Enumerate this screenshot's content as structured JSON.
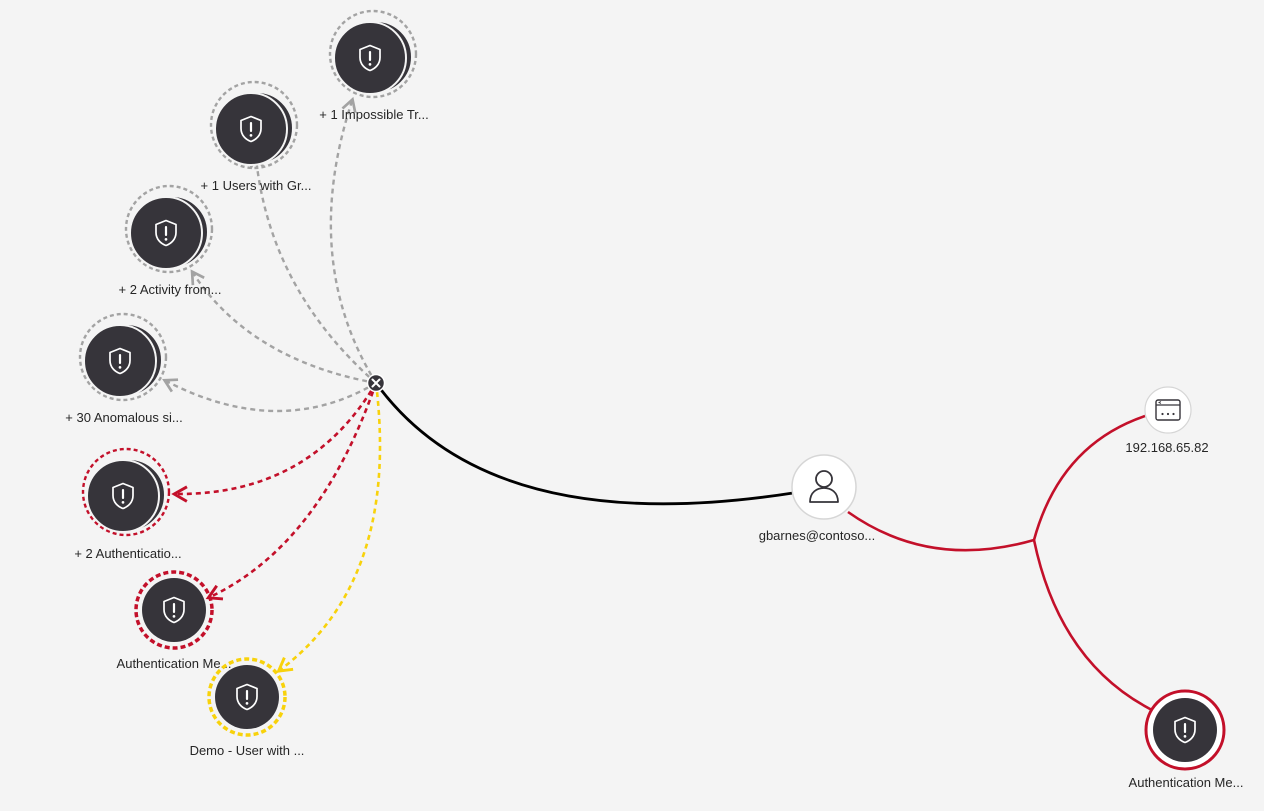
{
  "colors": {
    "background": "#f4f4f4",
    "node_dark": "#36343a",
    "grey_link": "#a3a3a3",
    "red_link": "#c3102a",
    "yellow_link": "#f8d20b",
    "black_link": "#000000"
  },
  "hub": {
    "icon": "close-icon"
  },
  "alerts": [
    {
      "id": "impossible-travel",
      "label": "+ 1 Impossible Tr...",
      "severity": "informational",
      "stacked": true,
      "icon": "shield-alert-icon"
    },
    {
      "id": "users-with-group",
      "label": "+ 1 Users with Gr...",
      "severity": "informational",
      "stacked": true,
      "icon": "shield-alert-icon"
    },
    {
      "id": "activity-from",
      "label": "+ 2 Activity from...",
      "severity": "informational",
      "stacked": true,
      "icon": "shield-alert-icon"
    },
    {
      "id": "anomalous-sign-in",
      "label": "+ 30 Anomalous si...",
      "severity": "informational",
      "stacked": true,
      "icon": "shield-alert-icon"
    },
    {
      "id": "authentication-stack",
      "label": "+ 2 Authenticatio...",
      "severity": "high",
      "stacked": true,
      "icon": "shield-alert-icon"
    },
    {
      "id": "authentication-method",
      "label": "Authentication Me...",
      "severity": "high",
      "stacked": false,
      "icon": "shield-alert-icon"
    },
    {
      "id": "demo-user",
      "label": "Demo - User with ...",
      "severity": "medium",
      "stacked": false,
      "icon": "shield-alert-icon"
    }
  ],
  "user": {
    "label": "gbarnes@contoso...",
    "icon": "user-icon"
  },
  "ip": {
    "label": "192.168.65.82",
    "icon": "ip-address-icon"
  },
  "right_alert": {
    "label": "Authentication Me...",
    "icon": "shield-alert-icon"
  }
}
